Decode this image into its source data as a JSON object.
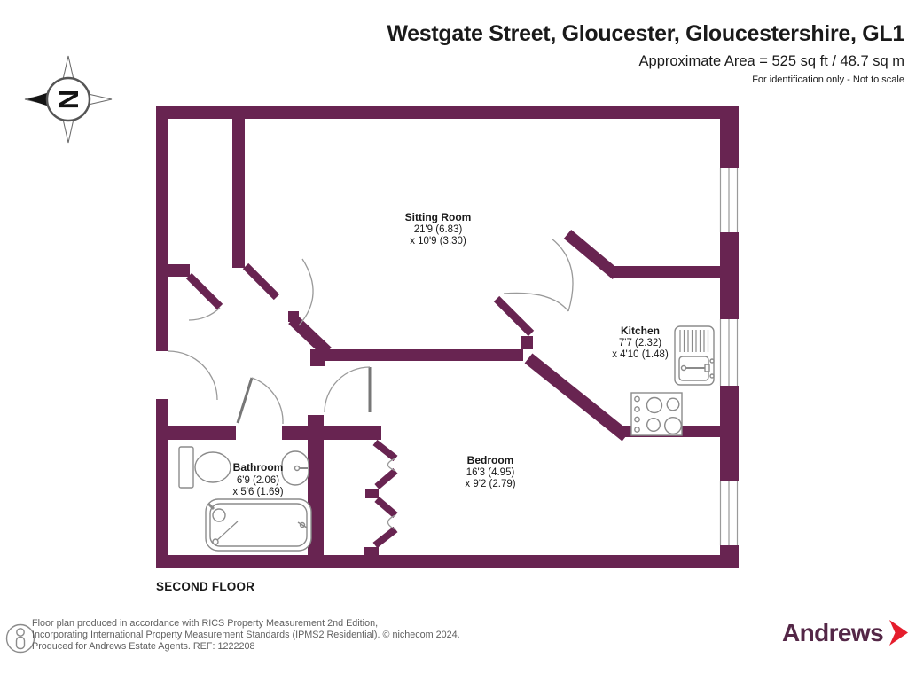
{
  "header": {
    "title": "Westgate Street, Gloucester, Gloucestershire, GL1",
    "area": "Approximate Area = 525 sq ft / 48.7 sq m",
    "note": "For identification only - Not to scale"
  },
  "floor_label": "SECOND FLOOR",
  "compass": {
    "letter": "N",
    "points_direction": "left"
  },
  "rooms": [
    {
      "name": "Sitting Room",
      "dim1": "21'9 (6.83)",
      "dim2": "x 10'9 (3.30)"
    },
    {
      "name": "Kitchen",
      "dim1": "7'7 (2.32)",
      "dim2": "x 4'10 (1.48)"
    },
    {
      "name": "Bedroom",
      "dim1": "16'3 (4.95)",
      "dim2": "x 9'2 (2.79)"
    },
    {
      "name": "Bathroom",
      "dim1": "6'9 (2.06)",
      "dim2": "x 5'6 (1.69)"
    }
  ],
  "fixtures": [
    "bath",
    "toilet",
    "wash-basin",
    "kitchen-sink-drainer",
    "hob",
    "wardrobe-bifold-doors"
  ],
  "footer": {
    "line1": "Floor plan produced in accordance with RICS Property Measurement 2nd Edition,",
    "line2": "Incorporating International Property Measurement Standards (IPMS2 Residential).   © nichecom 2024.",
    "line3": "Produced for Andrews Estate Agents.   REF: 1222208"
  },
  "logo": {
    "text": "Andrews"
  },
  "icons": {
    "compass": "compass-rose-north-left",
    "footer": "person-in-circle",
    "brand": "red-chevron-right"
  },
  "colors": {
    "wall": "#682451",
    "fixture_line": "#8b8b8b",
    "logo_purple": "#542747",
    "logo_red": "#e51d2c",
    "text": "#1a1a1a",
    "footer_text": "#5f5f5f"
  }
}
